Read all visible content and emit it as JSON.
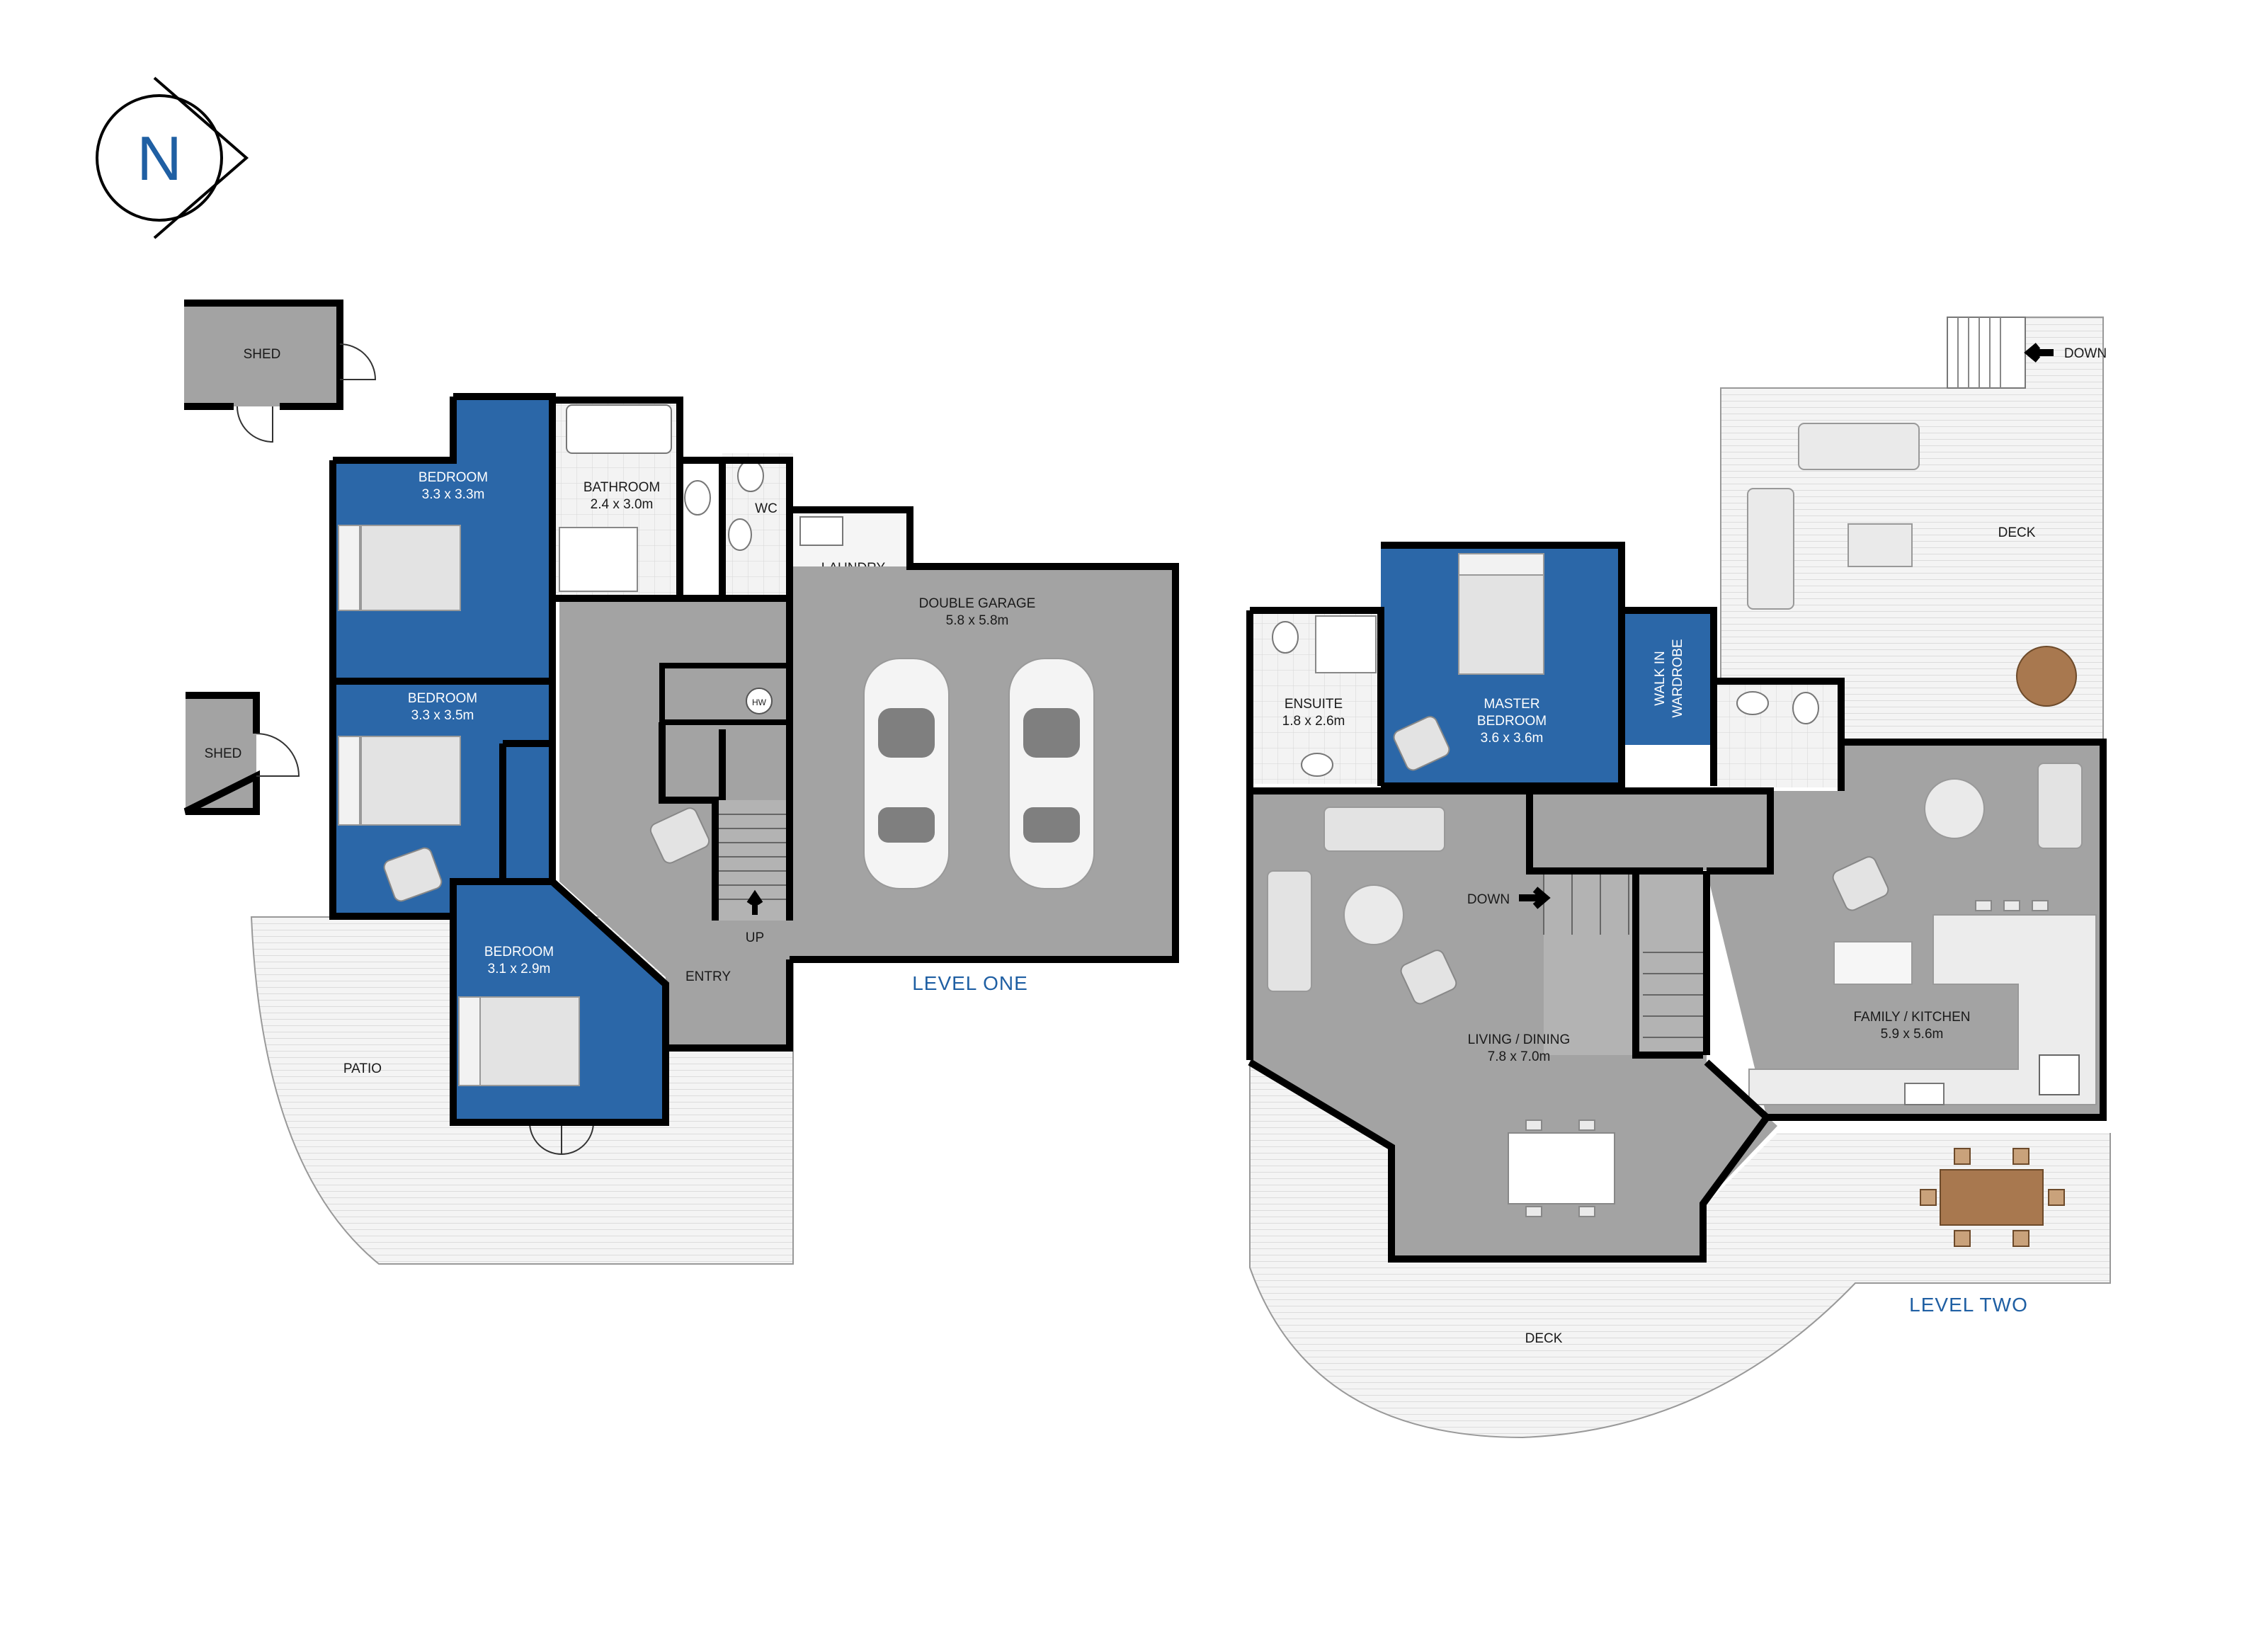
{
  "compass": {
    "letter": "N"
  },
  "levels": {
    "one": "LEVEL ONE",
    "two": "LEVEL TWO"
  },
  "rooms": {
    "shed_top": "SHED",
    "shed_mid": "SHED",
    "bed1_name": "BEDROOM",
    "bed1_size": "3.3 x 3.3m",
    "bed2_name": "BEDROOM",
    "bed2_size": "3.3 x 3.5m",
    "bed3_name": "BEDROOM",
    "bed3_size": "3.1 x 2.9m",
    "bath_name": "BATHROOM",
    "bath_size": "2.4 x 3.0m",
    "wc": "WC",
    "laundry": "LAUNDRY",
    "garage_name": "DOUBLE GARAGE",
    "garage_size": "5.8 x 5.8m",
    "hw": "HW",
    "entry": "ENTRY",
    "up": "UP",
    "patio": "PATIO",
    "ensuite_name": "ENSUITE",
    "ensuite_size": "1.8 x 2.6m",
    "master_l1": "MASTER",
    "master_l2": "BEDROOM",
    "master_size": "3.6 x 3.6m",
    "wir_l1": "WALK IN",
    "wir_l2": "WARDROBE",
    "down_stairs": "DOWN",
    "down_deck": "DOWN",
    "living_name": "LIVING / DINING",
    "living_size": "7.8 x 7.0m",
    "family_name": "FAMILY / KITCHEN",
    "family_size": "5.9 x 5.6m",
    "deck_top": "DECK",
    "deck_bottom": "DECK"
  },
  "colors": {
    "bedroom": "#2b67a8",
    "living": "#a3a3a3",
    "level_text": "#1f5fa3"
  }
}
